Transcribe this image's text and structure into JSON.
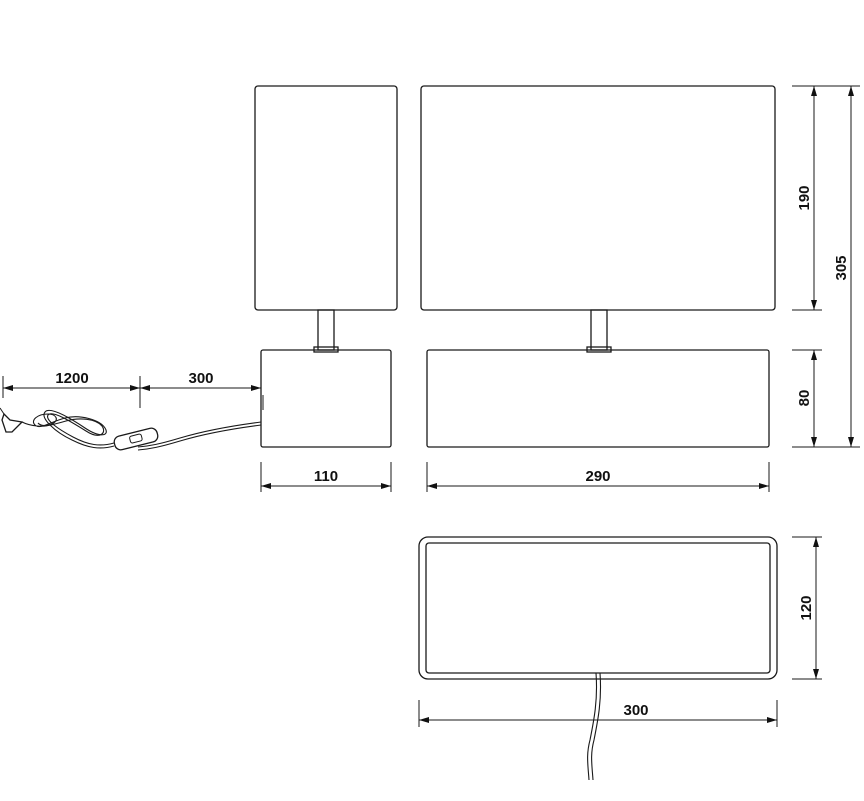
{
  "dimensions": {
    "cord_length": "1200",
    "switch_distance": "300",
    "side_base_width": "110",
    "front_base_width": "290",
    "shade_height": "190",
    "total_height": "305",
    "base_height": "80",
    "top_depth": "120",
    "top_width": "300"
  },
  "colors": {
    "stroke": "#1a1a1a",
    "background": "#ffffff"
  }
}
